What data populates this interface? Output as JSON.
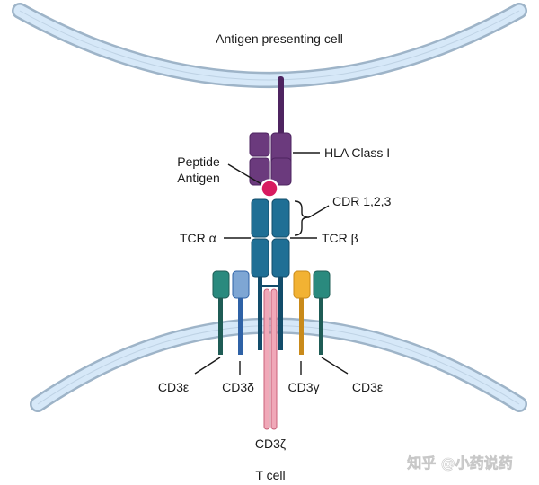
{
  "labels": {
    "apc": "Antigen presenting cell",
    "hla": "HLA Class I",
    "peptide_line1": "Peptide",
    "peptide_line2": "Antigen",
    "cdr": "CDR 1,2,3",
    "tcr_alpha": "TCR α",
    "tcr_beta": "TCR β",
    "cd3e_left": "CD3ε",
    "cd3d": "CD3δ",
    "cd3g": "CD3γ",
    "cd3e_right": "CD3ε",
    "cd3z": "CD3ζ",
    "tcell": "T cell"
  },
  "watermark": "知乎 @小药说药",
  "colors": {
    "membrane_fill": "#d6e8f8",
    "membrane_edge": "#9eb4c8",
    "hla": "#6b3a7d",
    "hla_dark": "#4e2460",
    "peptide": "#d81b60",
    "tcr": "#1f6f95",
    "tcr_dark": "#124c6a",
    "cd3e": "#2a8a7e",
    "cd3e_dark": "#1f5c55",
    "cd3d": "#7ea6d4",
    "cd3d_dark": "#2f62a6",
    "cd3g": "#f2b233",
    "cd3g_dark": "#c98a1a",
    "cd3z": "#f0a8b8",
    "cd3z_dark": "#c86078"
  }
}
